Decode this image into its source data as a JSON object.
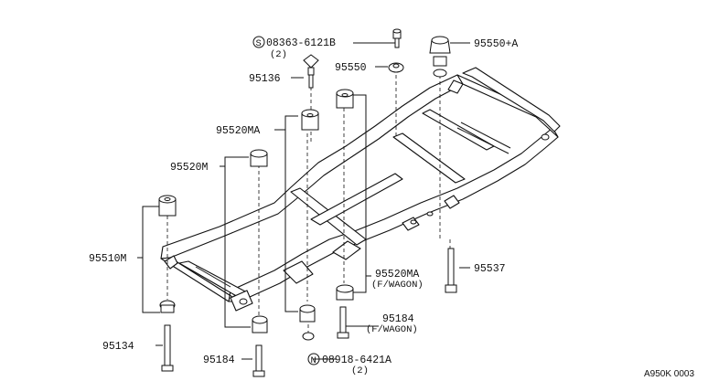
{
  "labels": {
    "p08363": "08363-6121B",
    "p08363_qty": "(2)",
    "p95550_a": "95550+A",
    "p95550": "95550",
    "p95136": "95136",
    "p95520ma_top": "95520MA",
    "p95520m": "95520M",
    "p95510m": "95510M",
    "p95537": "95537",
    "p95520ma_wagon": "95520MA",
    "p95520ma_wagon_note": "(F/WAGON)",
    "p95184_right": "95184",
    "p95184_right_note": "(F/WAGON)",
    "p95134": "95134",
    "p95184_left": "95184",
    "p08918": "08918-6421A",
    "p08918_qty": "(2)",
    "ref_code": "A950K 0003"
  },
  "symbols": {
    "s_mark": "S",
    "n_mark": "N"
  }
}
